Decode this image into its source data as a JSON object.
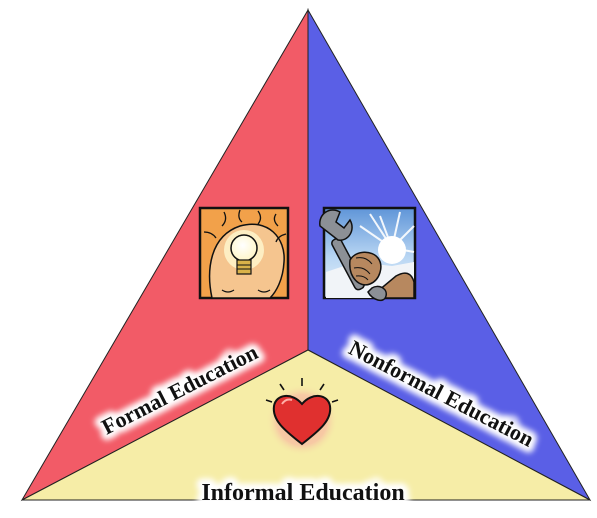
{
  "diagram": {
    "colors": {
      "formal": "#f25b67",
      "nonformal": "#5a5fe6",
      "informal": "#f6eda7",
      "outline": "#222222"
    },
    "sections": [
      {
        "id": "formal",
        "label": "Formal Education",
        "icon": "lightbulb-head-icon"
      },
      {
        "id": "nonformal",
        "label": "Nonformal Education",
        "icon": "wrench-in-hand-icon"
      },
      {
        "id": "informal",
        "label": "Informal Education",
        "icon": "glowing-heart-icon"
      }
    ]
  }
}
